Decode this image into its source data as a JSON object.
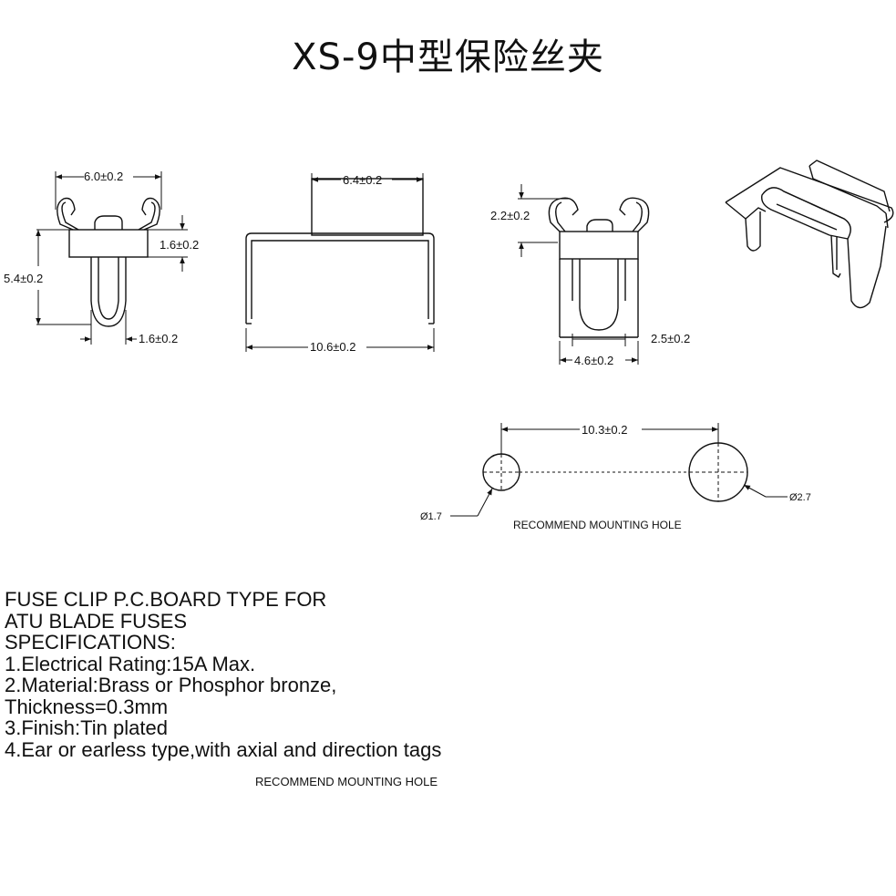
{
  "title": "XS-9中型保险丝夹",
  "dims": {
    "front_width": "6.0±0.2",
    "front_tab": "1.6±0.2",
    "front_height": "5.4±0.2",
    "front_leg": "1.6±0.2",
    "side_top": "6.4±0.2",
    "side_bottom": "10.6±0.2",
    "end_gap": "2.2±0.2",
    "end_leg": "2.5±0.2",
    "end_width": "4.6±0.2",
    "hole_spacing": "10.3±0.2",
    "hole_small": "Ø1.7",
    "hole_large": "Ø2.7"
  },
  "mounting_caption": "RECOMMEND MOUNTING HOLE",
  "spec_lines": [
    "FUSE CLIP P.C.BOARD TYPE FOR",
    "ATU BLADE FUSES",
    "SPECIFICATIONS:",
    "1.Electrical Rating:15A Max.",
    "2.Material:Brass or Phosphor bronze,",
    "Thickness=0.3mm",
    "3.Finish:Tin plated",
    "4.Ear or earless type,with axial and direction tags"
  ],
  "footer_caption": "RECOMMEND MOUNTING HOLE"
}
